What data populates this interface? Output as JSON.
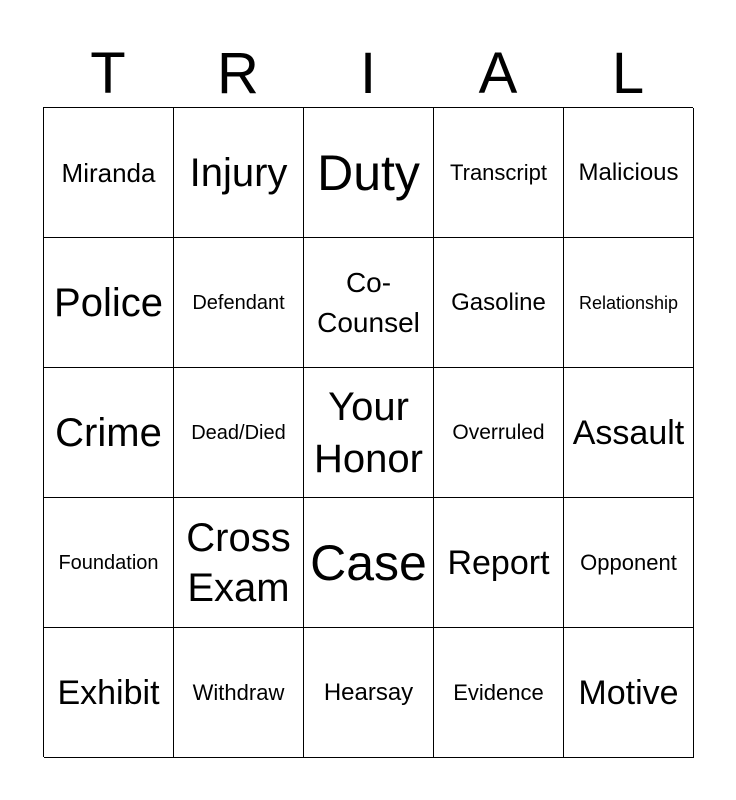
{
  "header": {
    "letters": [
      "T",
      "R",
      "I",
      "A",
      "L"
    ]
  },
  "board": {
    "rows": [
      [
        "Miranda",
        "Injury",
        "Duty",
        "Transcript",
        "Malicious"
      ],
      [
        "Police",
        "Defendant",
        "Co-Counsel",
        "Gasoline",
        "Relationship"
      ],
      [
        "Crime",
        "Dead/Died",
        "Your Honor",
        "Overruled",
        "Assault"
      ],
      [
        "Foundation",
        "Cross Exam",
        "Case",
        "Report",
        "Opponent"
      ],
      [
        "Exhibit",
        "Withdraw",
        "Hearsay",
        "Evidence",
        "Motive"
      ]
    ]
  },
  "colors": {
    "background": "#ffffff",
    "text": "#000000",
    "grid_lines": "#000000"
  }
}
